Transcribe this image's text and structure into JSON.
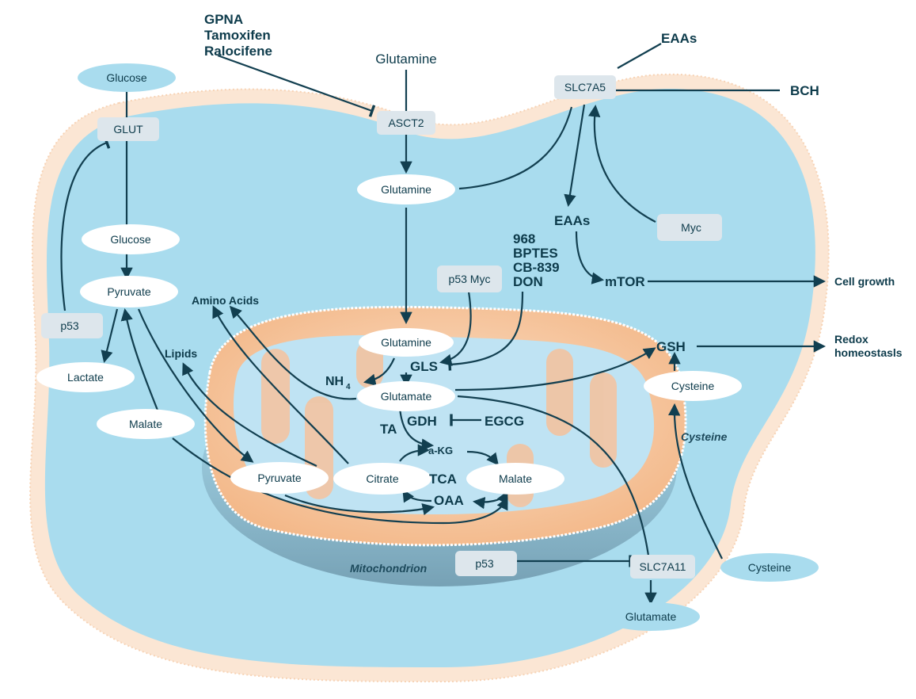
{
  "labels": {
    "inhibitors_left": [
      "GPNA",
      "Tamoxifen",
      "Ralocifene"
    ],
    "glutamine_outside": "Glutamine",
    "eaas_outside": "EAAs",
    "bch": "BCH",
    "glucose_outside": "Glucose",
    "glut": "GLUT",
    "asct2": "ASCT2",
    "slc7a5": "SLC7A5",
    "glutamine_cytosol": "Glutamine",
    "eaas_cytosol": "EAAs",
    "myc": "Myc",
    "glucose_cytosol": "Glucose",
    "pyruvate_cytosol": "Pyruvate",
    "p53_left": "p53",
    "lactate": "Lactate",
    "amino_acids": "Amino Acids",
    "lipids": "Lipids",
    "malate_cytosol": "Malate",
    "inhibitors_gls": [
      "968",
      "BPTES",
      "CB-839",
      "DON"
    ],
    "p53_myc": "p53 Myc",
    "mtor": "mTOR",
    "cell_growth": "Cell growth",
    "gsh": "GSH",
    "redox": [
      "Redox",
      "homeostasls"
    ],
    "cysteine_cytosol": "Cysteine",
    "cysteine_italic": "Cysteine",
    "glutamine_mito": "Glutamine",
    "gls": "GLS",
    "nh4": "NH",
    "nh4_sub": "4",
    "glutamate_mito": "Glutamate",
    "gdh": "GDH",
    "egcg": "EGCG",
    "ta": "TA",
    "akg": "a-KG",
    "pyruvate_mito": "Pyruvate",
    "citrate": "Citrate",
    "tca": "TCA",
    "malate_mito": "Malate",
    "oaa": "OAA",
    "mitochondrion": "Mitochondrion",
    "p53_bottom": "p53",
    "slc7a11": "SLC7A11",
    "cysteine_outside": "Cysteine",
    "glutamate_outside": "Glutamate"
  },
  "colors": {
    "cytoplasm": "#a9dcee",
    "membrane": "#fbe6d4",
    "mito_outer": "#f6c29c",
    "mito_matrix": "#bfe3f3",
    "ink": "#123f50",
    "transporter": "#dde6ec",
    "node_outside": "#a9dcee",
    "node_inside": "#ffffff"
  }
}
